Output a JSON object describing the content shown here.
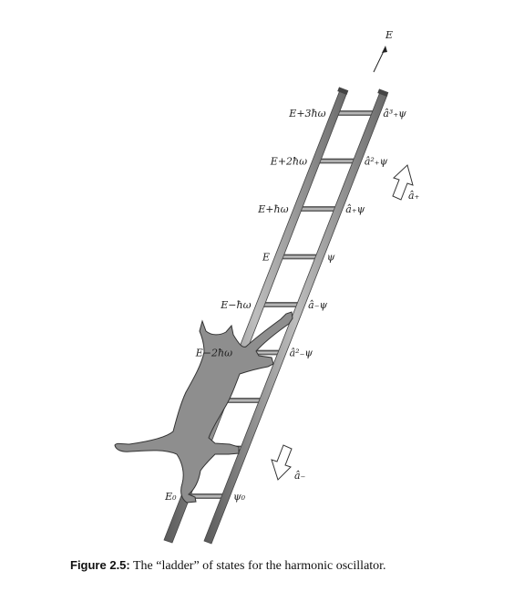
{
  "figure": {
    "energy_axis_label": "E",
    "rungs": [
      {
        "energy": "E+3ħω",
        "state": "â³₊ψ"
      },
      {
        "energy": "E+2ħω",
        "state": "â²₊ψ"
      },
      {
        "energy": "E+ħω",
        "state": "â₊ψ"
      },
      {
        "energy": "E",
        "state": "ψ"
      },
      {
        "energy": "E−ħω",
        "state": "â₋ψ"
      },
      {
        "energy": "E−2ħω",
        "state": "â²₋ψ"
      },
      {
        "energy": "",
        "state": ""
      },
      {
        "energy": "",
        "state": ""
      },
      {
        "energy": "E₀",
        "state": "ψ₀"
      }
    ],
    "raising_operator": "â₊",
    "lowering_operator": "â₋"
  },
  "caption": {
    "number": "Figure 2.5:",
    "text": "The “ladder” of states for the harmonic oscillator."
  }
}
